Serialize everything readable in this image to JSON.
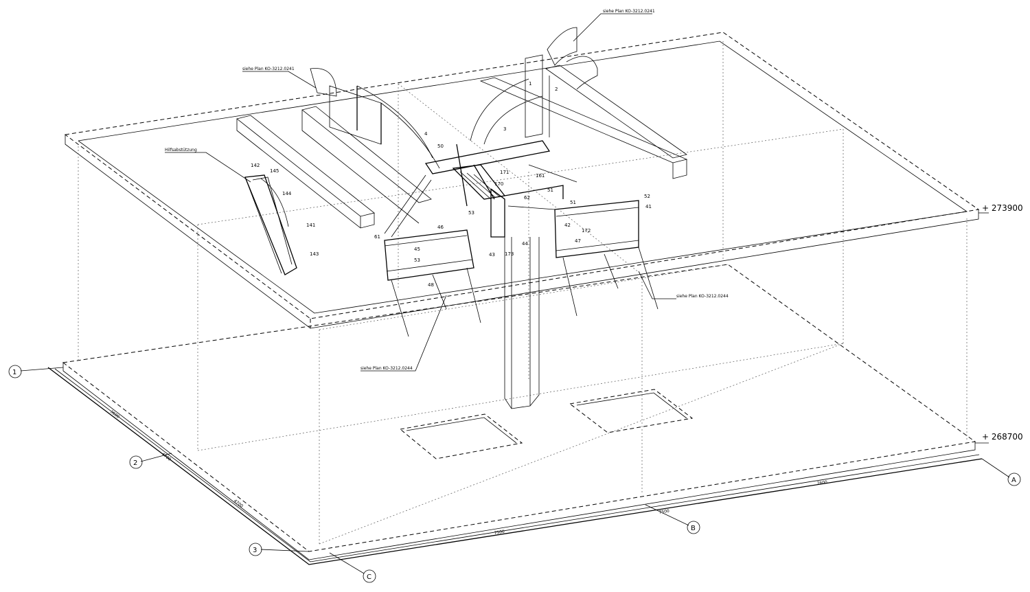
{
  "levels": {
    "upper": "+ 273900",
    "lower": "+ 268700"
  },
  "grid_axes": {
    "one": "1",
    "two": "2",
    "three": "3",
    "a": "A",
    "b": "B",
    "c": "C"
  },
  "notes": {
    "ref_top_right": "siehe Plan KO-3212.0241",
    "ref_top_left": "siehe Plan KO-3212.0241",
    "ref_bottom_center": "siehe Plan KO-3212.0244",
    "ref_right": "siehe Plan KO-3212.0244",
    "hilfs": "Hilfsabstützung"
  },
  "dimensions": {
    "left_1": "3600",
    "left_2": "4700",
    "bottom_1": "7500",
    "bottom_2": "7500",
    "bottom_3": "7600"
  },
  "part_numbers": [
    "1",
    "2",
    "3",
    "4",
    "50",
    "170",
    "171",
    "161",
    "51",
    "52",
    "41",
    "51",
    "42",
    "172",
    "47",
    "62",
    "44",
    "173",
    "45",
    "46",
    "53",
    "61",
    "48",
    "53",
    "43",
    "142",
    "145",
    "144",
    "141",
    "143"
  ]
}
